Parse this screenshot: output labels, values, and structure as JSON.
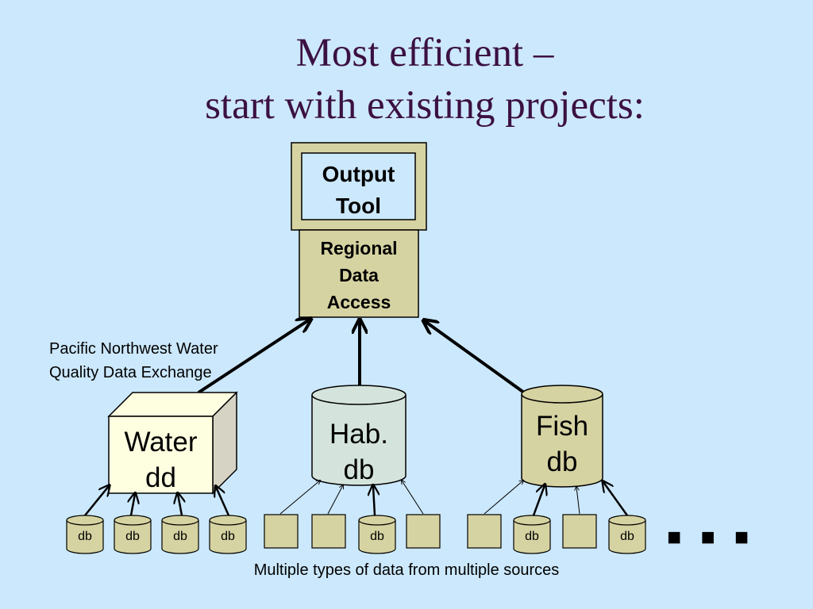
{
  "slide": {
    "title_line1": "Most efficient –",
    "title_line2": "start with existing projects:"
  },
  "diagram": {
    "output_tool": {
      "line1": "Output",
      "line2": "Tool"
    },
    "regional_access": {
      "line1": "Regional",
      "line2": "Data",
      "line3": "Access"
    },
    "pnw_label": {
      "line1": "Pacific Northwest Water",
      "line2": "Quality Data Exchange"
    },
    "water_dd": {
      "line1": "Water",
      "line2": "dd"
    },
    "hab_db": {
      "line1": "Hab.",
      "line2": "db"
    },
    "fish_db": {
      "line1": "Fish",
      "line2": "db"
    },
    "small_db_label": "db",
    "ellipsis": "■ ■ ■",
    "caption": "Multiple types of data from multiple sources"
  },
  "colors": {
    "background": "#cce8fc",
    "title": "#3b1042",
    "tan_fill": "#d6d3a2",
    "cream_fill": "#fefee0",
    "hab_fill": "#d4e4dc",
    "stroke": "#000000"
  }
}
